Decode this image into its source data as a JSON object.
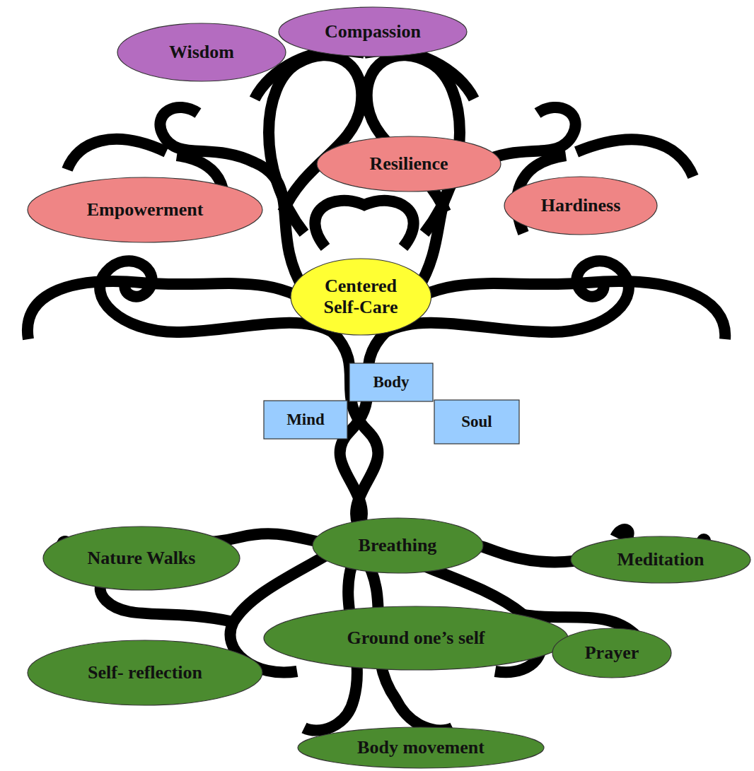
{
  "diagram": {
    "nodes": [
      {
        "text": [
          "Wisdom"
        ]
      },
      {
        "text": [
          "Compassion"
        ]
      },
      {
        "text": [
          "Resilience"
        ]
      },
      {
        "text": [
          "Empowerment"
        ]
      },
      {
        "text": [
          "Hardiness"
        ]
      },
      {
        "text": [
          "Centered Self-Care"
        ]
      },
      {
        "text": [
          "Body"
        ]
      },
      {
        "text": [
          "Mind"
        ]
      },
      {
        "text": [
          "Soul"
        ]
      },
      {
        "text": [
          "Nature Walks"
        ]
      },
      {
        "text": [
          "Breathing"
        ]
      },
      {
        "text": [
          "Meditation"
        ]
      },
      {
        "text": [
          "Ground one’s self"
        ]
      },
      {
        "text": [
          "Prayer"
        ]
      },
      {
        "text": [
          "Self- reflection"
        ]
      },
      {
        "text": [
          "Body movement"
        ]
      }
    ]
  }
}
